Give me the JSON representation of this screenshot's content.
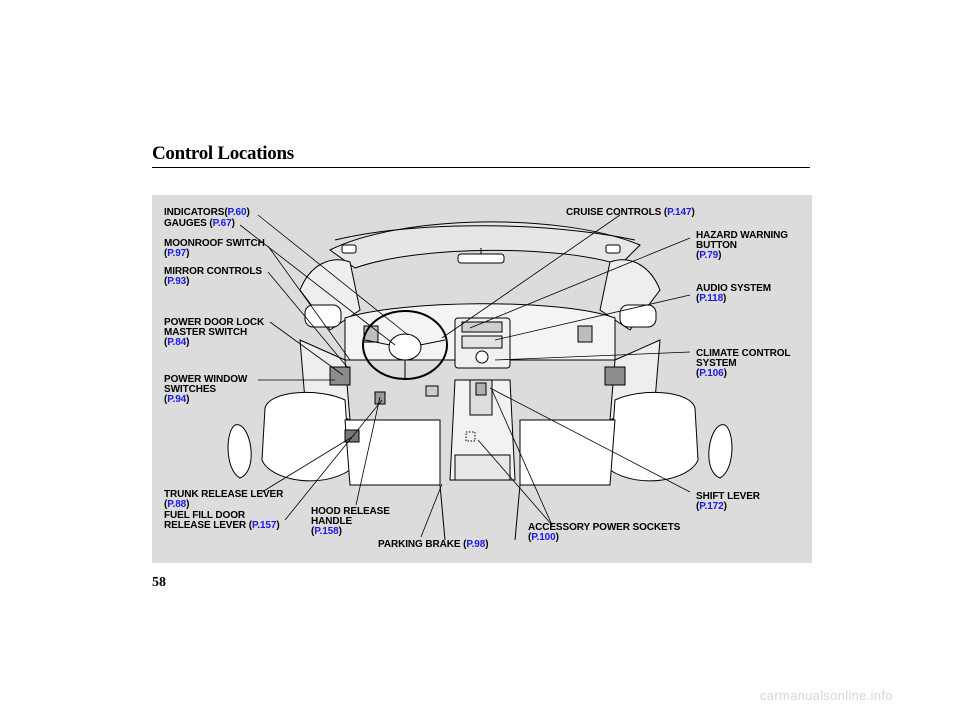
{
  "page": {
    "title": "Control Locations",
    "page_number": "58",
    "watermark": "carmanualsonline.info"
  },
  "callouts": [
    {
      "id": "indicators",
      "text": "INDICATORS",
      "page": "P.60"
    },
    {
      "id": "gauges",
      "text": "GAUGES",
      "page": "P.67"
    },
    {
      "id": "moonroof",
      "text": "MOONROOF SWITCH",
      "page": "P.97"
    },
    {
      "id": "mirror",
      "text": "MIRROR CONTROLS",
      "page": "P.93"
    },
    {
      "id": "doorlock",
      "line1": "POWER DOOR LOCK",
      "line2": "MASTER SWITCH",
      "page": "P.84"
    },
    {
      "id": "window",
      "line1": "POWER WINDOW",
      "line2": "SWITCHES",
      "page": "P.94"
    },
    {
      "id": "trunk",
      "text": "TRUNK RELEASE LEVER",
      "page": "P.88"
    },
    {
      "id": "fuel",
      "line1": "FUEL FILL DOOR",
      "line2": "RELEASE LEVER",
      "page": "P.157"
    },
    {
      "id": "hood",
      "line1": "HOOD RELEASE",
      "line2": "HANDLE",
      "page": "P.158"
    },
    {
      "id": "parking",
      "text": "PARKING BRAKE",
      "page": "P.98"
    },
    {
      "id": "accessory",
      "text": "ACCESSORY POWER SOCKETS",
      "page": "P.100"
    },
    {
      "id": "cruise",
      "text": "CRUISE CONTROLS",
      "page": "P.147"
    },
    {
      "id": "hazard",
      "line1": "HAZARD WARNING",
      "line2": "BUTTON",
      "page": "P.79"
    },
    {
      "id": "audio",
      "text": "AUDIO SYSTEM",
      "page": "P.118"
    },
    {
      "id": "climate",
      "line1": "CLIMATE CONTROL",
      "line2": "SYSTEM",
      "page": "P.106"
    },
    {
      "id": "shift",
      "text": "SHIFT LEVER",
      "page": "P.172"
    }
  ]
}
